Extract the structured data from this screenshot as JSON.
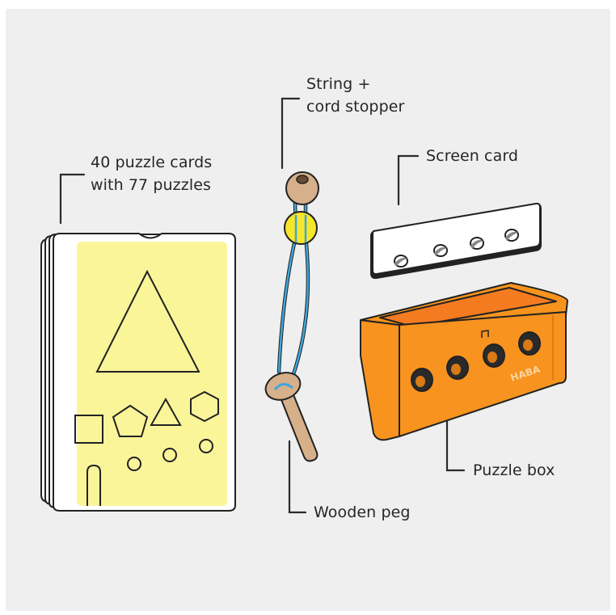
{
  "labels": {
    "cards": [
      "40 puzzle cards",
      "with 77 puzzles"
    ],
    "string": [
      "String +",
      "cord stopper"
    ],
    "screen": "Screen card",
    "box": "Puzzle box",
    "peg": "Wooden peg"
  },
  "box_logo": "HABA",
  "colors": {
    "background": "#efefef",
    "card_yellow": "#fbf59a",
    "card_white": "#ffffff",
    "outline": "#222222",
    "string_blue": "#3fa7dc",
    "bead_yellow": "#f6e629",
    "wood": "#d6b08a",
    "box_orange": "#f7931e",
    "box_inner": "#f47b20"
  }
}
